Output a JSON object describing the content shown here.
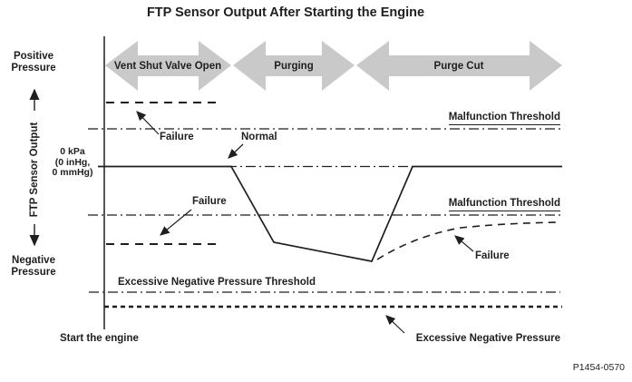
{
  "title": "FTP Sensor Output After Starting the Engine",
  "figure_id": "P1454-0570",
  "y_axis": {
    "positive_label": "Positive\nPressure",
    "axis_label": "FTP Sensor Output",
    "negative_label": "Negative\nPressure",
    "zero_label": "0 kPa\n(0 inHg,\n0 mmHg)"
  },
  "phases": [
    {
      "label": "Vent Shut Valve Open"
    },
    {
      "label": "Purging"
    },
    {
      "label": "Purge Cut"
    }
  ],
  "labels": {
    "failure_top": "Failure",
    "normal": "Normal",
    "failure_mid": "Failure",
    "failure_right": "Failure",
    "malfunction_threshold_upper": "Malfunction Threshold",
    "malfunction_threshold_lower": "Malfunction Threshold",
    "excessive_negative_pressure_threshold": "Excessive Negative Pressure Threshold",
    "excessive_negative_pressure": "Excessive Negative Pressure",
    "start_engine": "Start the engine"
  },
  "colors": {
    "line": "#1f1f1f",
    "phase_arrow_fill": "#c9c9c9",
    "background": "#ffffff"
  },
  "lines": [
    {
      "name": "normal-sensor-output",
      "style": "solid"
    },
    {
      "name": "failure-flat-positive",
      "style": "dashed"
    },
    {
      "name": "failure-flat-negative",
      "style": "dashed"
    },
    {
      "name": "failure-recovery-curve",
      "style": "dashed"
    },
    {
      "name": "malfunction-threshold-upper",
      "style": "dash-dot"
    },
    {
      "name": "malfunction-threshold-lower",
      "style": "dash-dot"
    },
    {
      "name": "excessive-negative-pressure-threshold",
      "style": "dash-dot"
    },
    {
      "name": "excessive-negative-pressure-limit",
      "style": "bold-dotted"
    }
  ]
}
